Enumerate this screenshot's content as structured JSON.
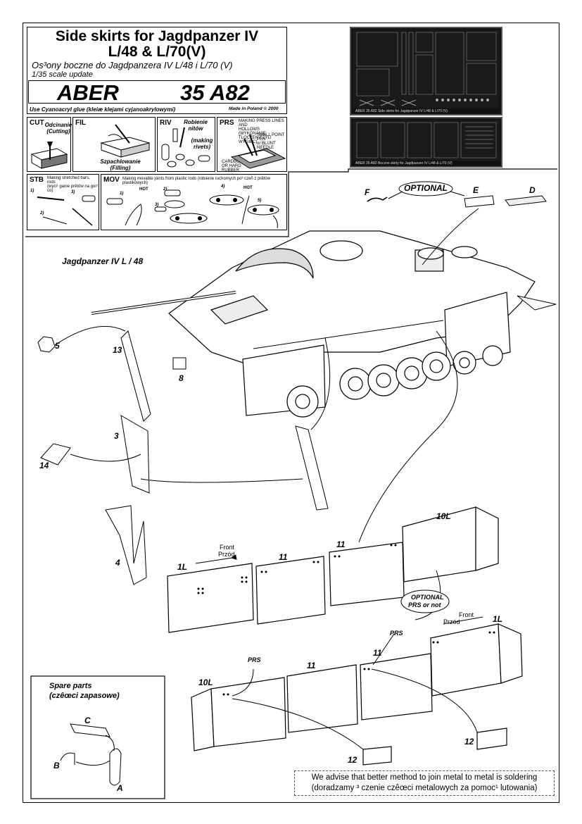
{
  "title": {
    "line1": "Side skirts for Jagdpanzer IV",
    "line2": "L/48 & L/70(V)",
    "subtitle": "Os³ony boczne do Jagdpanzera IV L/48 i L/70 (V)",
    "scale": "1/35 scale update"
  },
  "brand": {
    "name": "ABER",
    "code": "35 A82"
  },
  "glue_note": "Use Cyanoacryl glue  (kleiæ klejami cyjanoakrylowymi)",
  "made_in": "Made in Poland  © 2000",
  "legend": {
    "cut": {
      "code": "CUT",
      "text": "Odcinanie\n(Cutting)"
    },
    "fil": {
      "code": "FIL",
      "text": "Szpachlowanie\n(Filling)"
    },
    "riv": {
      "code": "RIV",
      "text": "Robienie nitów",
      "text2": "(making\nrivets)"
    },
    "prs": {
      "code": "PRS",
      "text": "MAKING PRESS LINES AND\nHOLLOWS (WYKONANIE\nTLOCZEN CZYLI WYGIEC)",
      "text2": "SMALL POINT PEN\nor BLUNT NEEDLE",
      "text3": "CARDBOARD\nOR HARD RUBBER"
    },
    "stb": {
      "code": "STB",
      "text": "Making stretched bars, rods\n(wyci¹ ganie prêtów na gor¹ co)",
      "steps": [
        "1)",
        "2)",
        "3)"
      ]
    },
    "mov": {
      "code": "MOV",
      "text": "Making movable joints from plastic rods (robienie ruchomych po³ czeñ z prêtów plastikowych)",
      "hot": "HOT",
      "steps": [
        "1)",
        "2)",
        "3)",
        "4)",
        "5)"
      ]
    }
  },
  "fret_captions": {
    "top": "ABER  35 A82    Side skirts for Jagdpanzer IV L/48 & L/70 (V)",
    "bottom": "ABER   35 A82   Boczne skirty for Jagdpanzer IV L/48 & L/70 (V)"
  },
  "vehicle_label": "Jagdpanzer IV L / 48",
  "optional": {
    "label": "OPTIONAL",
    "parts": [
      "F",
      "E",
      "D"
    ]
  },
  "optional_prs": {
    "line1": "OPTIONAL",
    "line2": "PRS or not"
  },
  "part_numbers": [
    "5",
    "13",
    "8",
    "3",
    "14",
    "4",
    "10L",
    "11",
    "11",
    "1L",
    "1L",
    "11",
    "11",
    "10L",
    "12",
    "12"
  ],
  "prs_labels": [
    "PRS",
    "PRS"
  ],
  "front": {
    "en": "Front",
    "pl": "Przód"
  },
  "spare": {
    "line1": "Spare parts",
    "line2": "(czêœci zapasowe)",
    "parts": [
      "C",
      "B",
      "A"
    ]
  },
  "advice": {
    "line1": "We advise that better method to join metal to metal is soldering",
    "line2": "(doradzamy ³ czenie czêœci metalowych za pomoc¹ lutowania)"
  }
}
